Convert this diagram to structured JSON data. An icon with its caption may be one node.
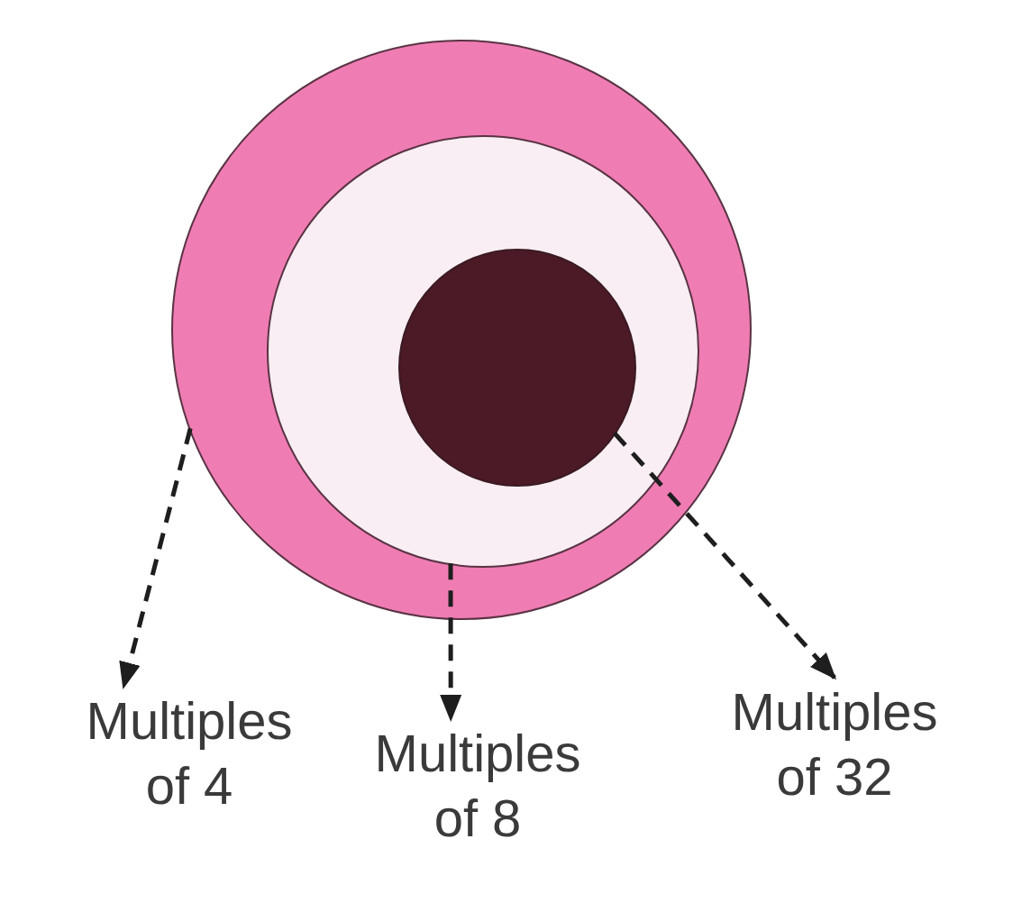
{
  "diagram": {
    "nodes": [
      {
        "text": [],
        "shape": "circle"
      },
      {
        "text": [],
        "shape": "circle",
        "in": 0
      },
      {
        "text": [],
        "shape": "circle",
        "in": 1
      },
      {
        "text": [
          "Multiples of 4"
        ]
      },
      {
        "text": [
          "Multiples of 8"
        ]
      },
      {
        "text": [
          "Multiples of 32"
        ]
      }
    ],
    "edges": [
      {
        "from": 0,
        "to": 3,
        "arrow": "to",
        "style": "dashed"
      },
      {
        "from": 1,
        "to": 4,
        "arrow": "to",
        "style": "dashed"
      },
      {
        "from": 2,
        "to": 5,
        "arrow": "to",
        "style": "dashed"
      }
    ]
  }
}
